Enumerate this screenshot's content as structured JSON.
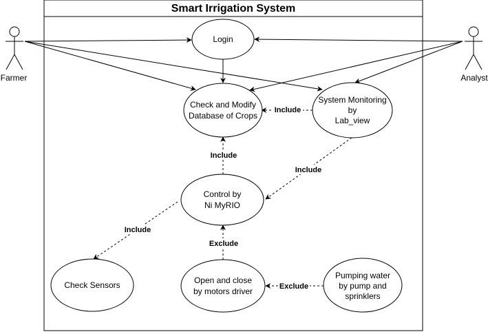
{
  "system": {
    "title": "Smart Irrigation System"
  },
  "actors": {
    "farmer": "Farmer",
    "analyst": "Analyst"
  },
  "use_cases": {
    "login": [
      "Login"
    ],
    "check_modify": [
      "Check and Modify",
      "Database of Crops"
    ],
    "system_monitoring": [
      "System Monitoring",
      "by",
      "Lab_view"
    ],
    "control": [
      "Control by",
      "Ni MyRIO"
    ],
    "check_sensors": [
      "Check Sensors"
    ],
    "open_close": [
      "Open and close",
      "by motors driver"
    ],
    "pumping": [
      "Pumping water",
      "by pump and",
      "sprinklers"
    ]
  },
  "relations": {
    "monitoring_to_check": "Include",
    "control_to_check": "Include",
    "monitoring_to_control": "Include",
    "control_to_sensors": "Include",
    "open_to_control": "Exclude",
    "pumping_to_open": "Exclude"
  },
  "colors": {
    "line": "#000000",
    "fill": "#ffffff"
  }
}
